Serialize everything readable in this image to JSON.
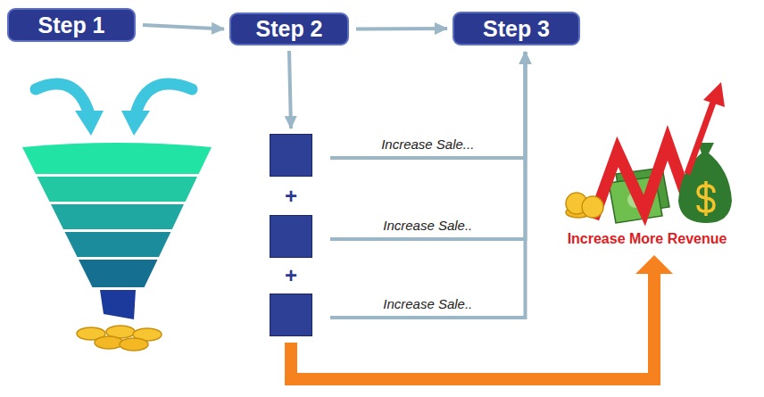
{
  "diagram": {
    "nodes": [
      {
        "text": [
          "Step 1"
        ]
      },
      {
        "text": [
          "Step 2"
        ]
      },
      {
        "text": [
          "Step 3"
        ]
      },
      {
        "text": []
      },
      {
        "text": []
      },
      {
        "text": []
      }
    ],
    "edges": [
      {
        "from": 0,
        "to": 1,
        "arrow": "to"
      },
      {
        "from": 1,
        "to": 2,
        "arrow": "to"
      },
      {
        "from": 1,
        "to": 3,
        "arrow": "to"
      },
      {
        "from": 3,
        "to": 2,
        "label": "Increase Sale...",
        "arrow": "to"
      },
      {
        "from": 4,
        "to": 2,
        "label": "Increase Sale..",
        "arrow": "to"
      },
      {
        "from": 5,
        "to": 2,
        "label": "Increase Sale..",
        "arrow": "to"
      }
    ],
    "labels": [
      "+",
      "+",
      "Increase More Revenue"
    ]
  }
}
